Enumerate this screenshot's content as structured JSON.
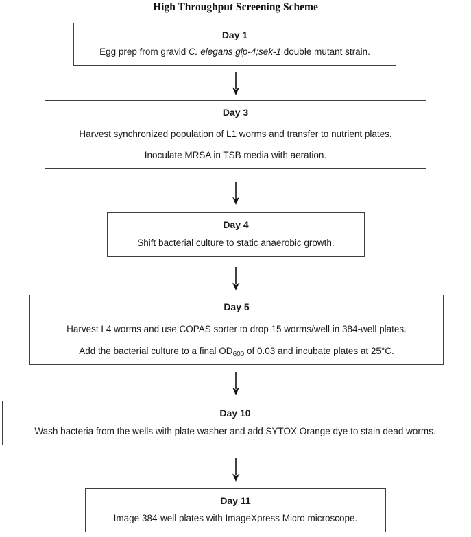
{
  "title": "High Throughput Screening Scheme",
  "icons": {
    "flow_connector": "down-arrow"
  },
  "colors": {
    "background": "#ffffff",
    "text": "#1b1b1b",
    "box_border": "#3e3e3e",
    "arrow": "#111111"
  },
  "steps": [
    {
      "day": "Day 1",
      "line1_pre": "Egg prep from gravid ",
      "line1_italic": "C. elegans glp-4;sek-1",
      "line1_post": " double mutant strain."
    },
    {
      "day": "Day 3",
      "line1": "Harvest synchronized population of L1 worms and transfer to nutrient plates.",
      "line2": "Inoculate MRSA in TSB media with aeration."
    },
    {
      "day": "Day 4",
      "line1": "Shift bacterial culture to static anaerobic growth."
    },
    {
      "day": "Day 5",
      "line1": "Harvest L4 worms and use COPAS sorter to drop 15 worms/well in 384-well plates.",
      "line2_pre": "Add the bacterial culture to a final OD",
      "line2_sub": "600",
      "line2_post": " of 0.03 and incubate plates at 25°C."
    },
    {
      "day": "Day 10",
      "line1": "Wash bacteria from the wells with plate washer and add SYTOX Orange dye to stain dead worms."
    },
    {
      "day": "Day 11",
      "line1": "Image 384-well plates with ImageXpress Micro microscope."
    }
  ]
}
